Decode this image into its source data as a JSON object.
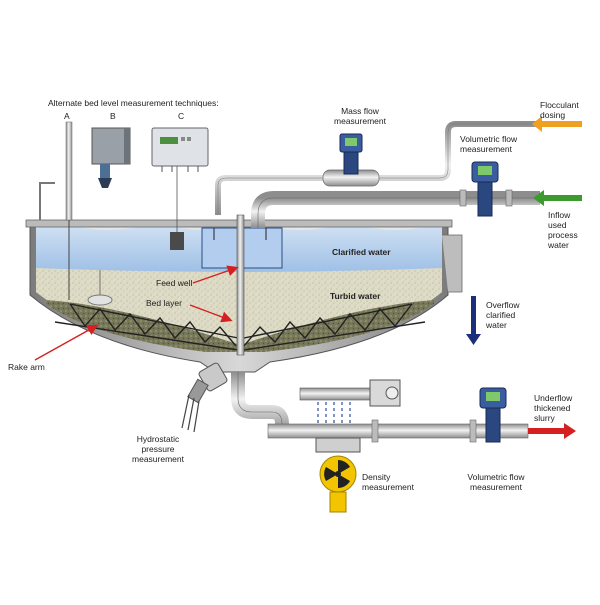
{
  "title": "Alternate bed level measurement techniques:",
  "techniques": [
    {
      "letter": "A",
      "symbol": "A"
    },
    {
      "letter": "B",
      "symbol": "B"
    },
    {
      "letter": "C",
      "symbol": "C"
    }
  ],
  "labels": {
    "mass_flow": [
      "Mass flow",
      "measurement"
    ],
    "volumetric_flow_top": [
      "Volumetric flow",
      "measurement"
    ],
    "flocculant": [
      "Flocculant",
      "dosing"
    ],
    "inflow": {
      "head": "Inflow",
      "sub": [
        "used",
        "process",
        "water"
      ]
    },
    "clarified_water": "Clarified water",
    "feed_well": "Feed well",
    "turbid_water": "Turbid water",
    "bed_layer": "Bed layer",
    "overflow": {
      "head": "Overflow",
      "sub": [
        "clarified",
        "water"
      ]
    },
    "rake_arm": "Rake arm",
    "hydrostatic": [
      "Hydrostatic",
      "pressure",
      "measurement"
    ],
    "underflow": {
      "head": "Underflow",
      "sub": [
        "thickened",
        "slurry"
      ]
    },
    "density": [
      "Density",
      "measurement"
    ],
    "volumetric_flow_bottom": [
      "Volumetric flow",
      "measurement"
    ]
  },
  "colors": {
    "water": "#b9d3ee",
    "water_dark": "#8fb3dd",
    "turbid": "#d9d6c4",
    "bed": "#6f7052",
    "tank_gray": "#9a9a9a",
    "pipe": "#c9c9c9",
    "arrow_red": "#d42020",
    "arrow_orange": "#f0a020",
    "arrow_green": "#3c9a2e",
    "arrow_navy": "#1b2f7a",
    "radiation_yellow": "#f2c500"
  }
}
